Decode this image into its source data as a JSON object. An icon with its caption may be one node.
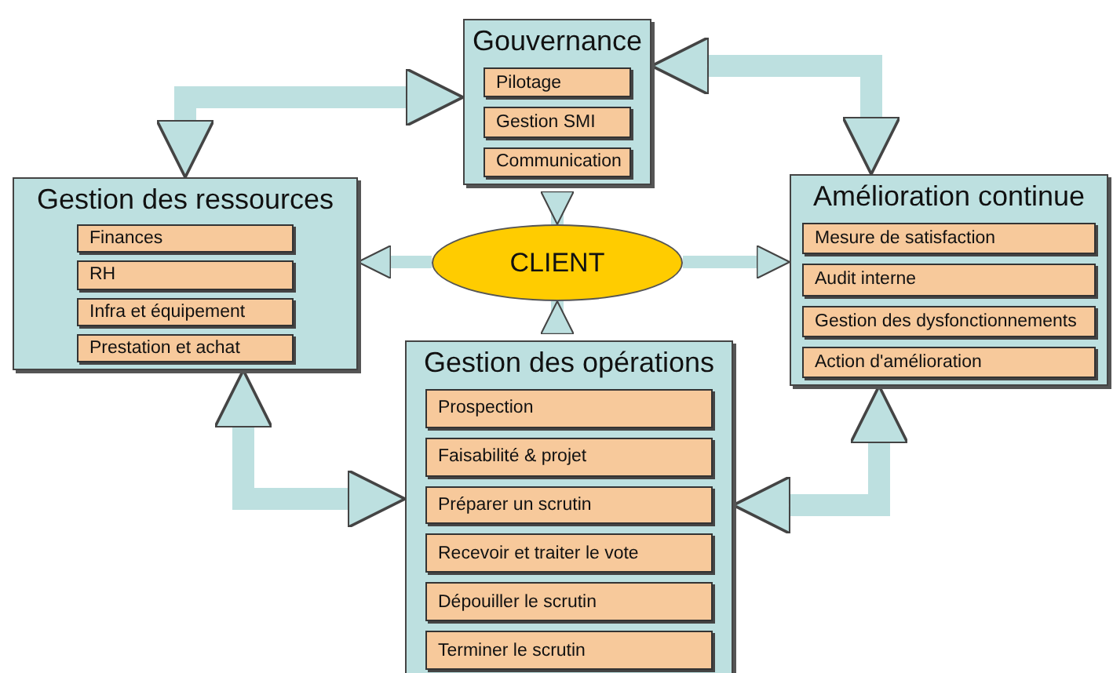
{
  "diagram": {
    "nodes": [
      {
        "text": [
          "Gouvernance"
        ]
      },
      {
        "text": [
          "Pilotage"
        ],
        "in": 0
      },
      {
        "text": [
          "Gestion SMI"
        ],
        "in": 0
      },
      {
        "text": [
          "Communication"
        ],
        "in": 0
      },
      {
        "text": [
          "Gestion des ressources"
        ]
      },
      {
        "text": [
          "Finances"
        ],
        "in": 4
      },
      {
        "text": [
          "RH"
        ],
        "in": 4
      },
      {
        "text": [
          "Infra et équipement"
        ],
        "in": 4
      },
      {
        "text": [
          "Prestation et achat"
        ],
        "in": 4
      },
      {
        "text": [
          "CLIENT"
        ]
      },
      {
        "text": [
          "Amélioration continue"
        ]
      },
      {
        "text": [
          "Mesure de satisfaction"
        ],
        "in": 10
      },
      {
        "text": [
          "Audit interne"
        ],
        "in": 10
      },
      {
        "text": [
          "Gestion des dysfonctionnements"
        ],
        "in": 10
      },
      {
        "text": [
          "Action d'amélioration"
        ],
        "in": 10
      },
      {
        "text": [
          "Gestion des opérations"
        ]
      },
      {
        "text": [
          "Prospection"
        ],
        "in": 15
      },
      {
        "text": [
          "Faisabilité & projet"
        ],
        "in": 15
      },
      {
        "text": [
          "Préparer un scrutin"
        ],
        "in": 15
      },
      {
        "text": [
          "Recevoir et traiter le vote"
        ],
        "in": 15
      },
      {
        "text": [
          "Dépouiller le scrutin"
        ],
        "in": 15
      },
      {
        "text": [
          "Terminer le scrutin"
        ],
        "in": 15
      }
    ],
    "edges": [
      {
        "from": 4,
        "to": 0,
        "arrow": "both"
      },
      {
        "from": 0,
        "to": 10,
        "arrow": "both"
      },
      {
        "from": 4,
        "to": 15,
        "arrow": "both"
      },
      {
        "from": 15,
        "to": 10,
        "arrow": "both"
      },
      {
        "from": 9,
        "to": 0,
        "arrow": "to"
      },
      {
        "from": 9,
        "to": 4,
        "arrow": "to"
      },
      {
        "from": 9,
        "to": 10,
        "arrow": "to"
      },
      {
        "from": 9,
        "to": 15,
        "arrow": "to"
      }
    ]
  }
}
